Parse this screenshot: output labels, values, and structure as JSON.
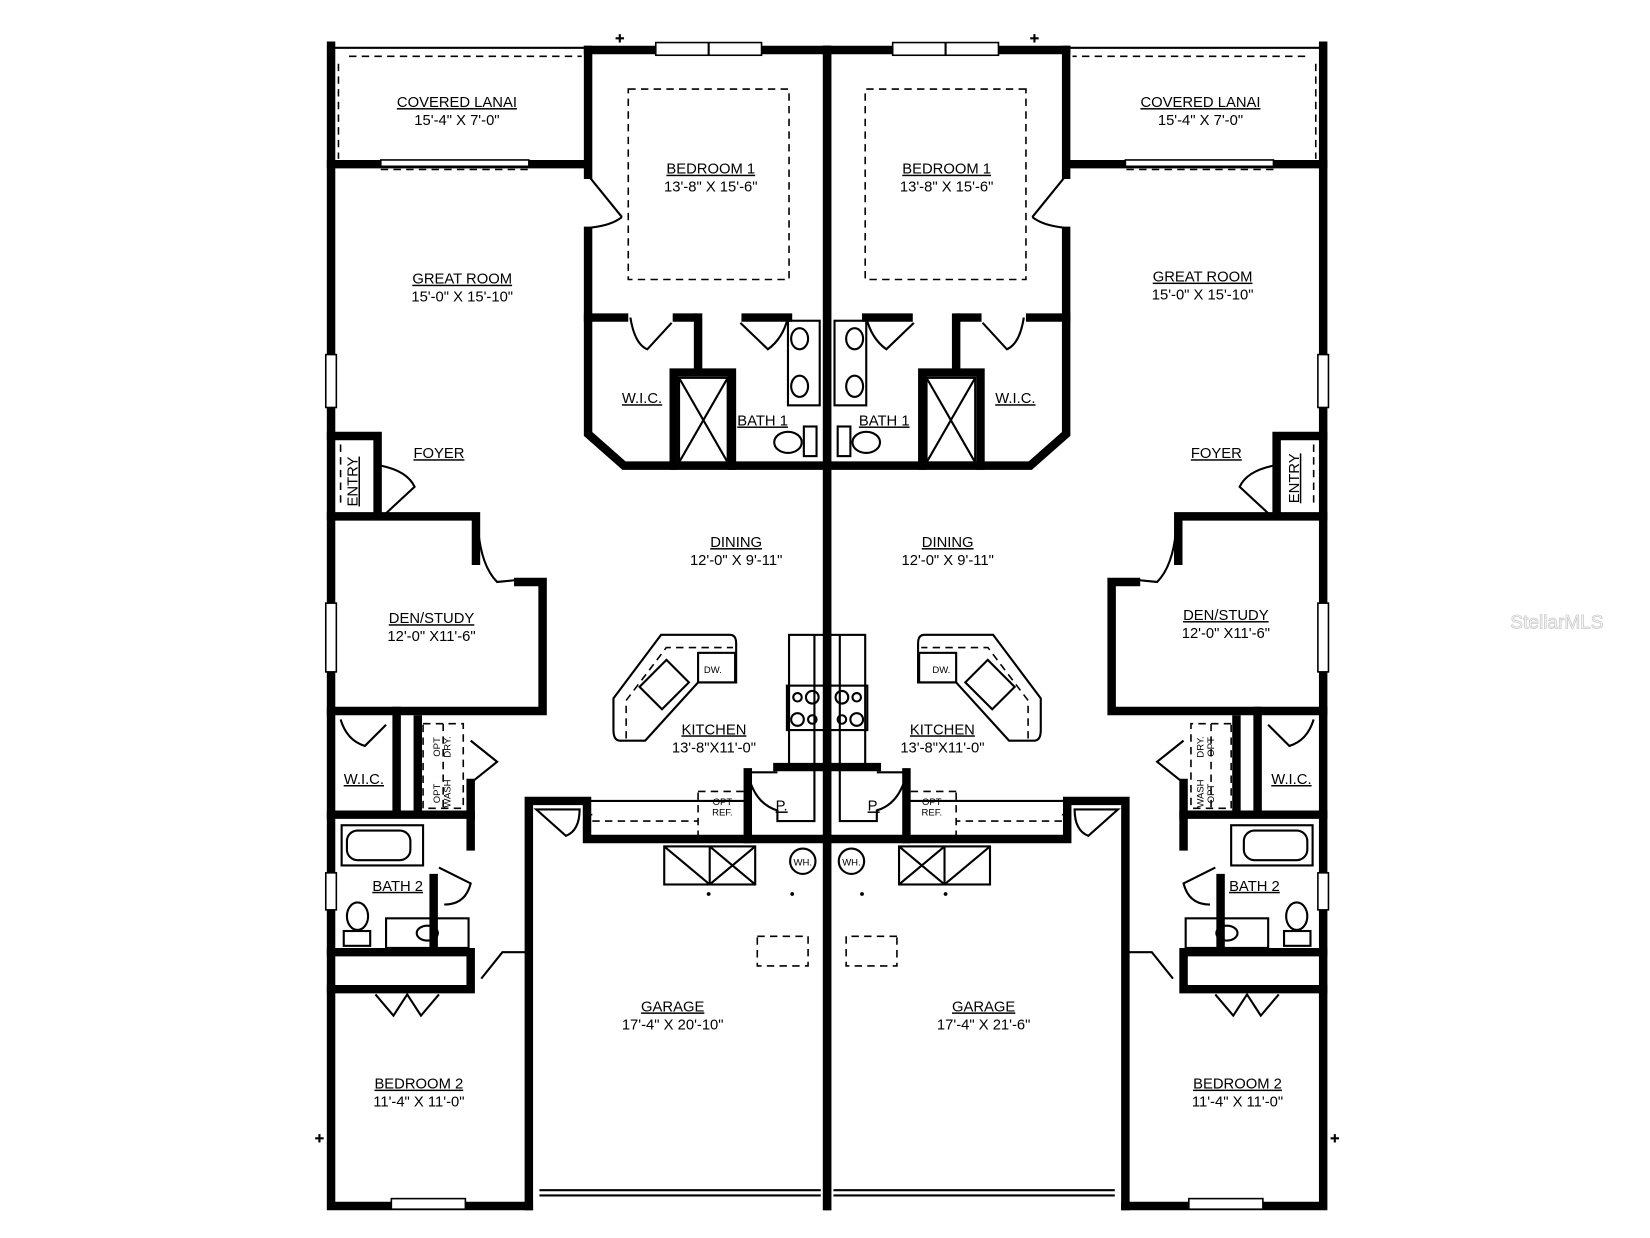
{
  "watermark": "StellarMLS",
  "units": [
    {
      "side": "left",
      "rooms": [
        {
          "name": "COVERED LANAI",
          "dims": "15'-4\" X 7'-0\""
        },
        {
          "name": "BEDROOM 1",
          "dims": "13'-8\" X 15'-6\""
        },
        {
          "name": "GREAT ROOM",
          "dims": "15'-0\" X 15'-10\""
        },
        {
          "name": "W.I.C.",
          "dims": ""
        },
        {
          "name": "BATH 1",
          "dims": ""
        },
        {
          "name": "FOYER",
          "dims": ""
        },
        {
          "name": "ENTRY",
          "dims": ""
        },
        {
          "name": "DINING",
          "dims": "12'-0\" X 9'-11\""
        },
        {
          "name": "DEN/STUDY",
          "dims": "12'-0\" X11'-6\""
        },
        {
          "name": "KITCHEN",
          "dims": "13'-8\"X11'-0\""
        },
        {
          "name": "W.I.C.",
          "dims": ""
        },
        {
          "name": "BATH  2",
          "dims": ""
        },
        {
          "name": "BEDROOM  2",
          "dims": "11'-4\" X 11'-0\""
        },
        {
          "name": "GARAGE",
          "dims": "17'-4\" X 20'-10\""
        },
        {
          "name": "P.",
          "dims": ""
        }
      ],
      "fixtures": {
        "dw": "DW.",
        "opt_ref": [
          "OPT",
          "REF."
        ],
        "wh": "WH.",
        "opt_dry": [
          "OPT",
          "DRY."
        ],
        "opt_wash": [
          "OPT",
          "WASH"
        ]
      }
    },
    {
      "side": "right",
      "rooms": [
        {
          "name": "COVERED LANAI",
          "dims": "15'-4\" X 7'-0\""
        },
        {
          "name": "BEDROOM 1",
          "dims": "13'-8\" X 15'-6\""
        },
        {
          "name": "GREAT ROOM",
          "dims": "15'-0\" X 15'-10\""
        },
        {
          "name": "W.I.C.",
          "dims": ""
        },
        {
          "name": "BATH 1",
          "dims": ""
        },
        {
          "name": "FOYER",
          "dims": ""
        },
        {
          "name": "ENTRY",
          "dims": ""
        },
        {
          "name": "DINING",
          "dims": "12'-0\" X 9'-11\""
        },
        {
          "name": "DEN/STUDY",
          "dims": "12'-0\" X11'-6\""
        },
        {
          "name": "KITCHEN",
          "dims": "13'-8\"X11'-0\""
        },
        {
          "name": "W.I.C.",
          "dims": ""
        },
        {
          "name": "BATH  2",
          "dims": ""
        },
        {
          "name": "BEDROOM  2",
          "dims": "11'-4\" X 11'-0\""
        },
        {
          "name": "GARAGE",
          "dims": "17'-4\" X 21'-6\""
        },
        {
          "name": "P.",
          "dims": ""
        }
      ],
      "fixtures": {
        "dw": "DW.",
        "opt_ref": [
          "OPT",
          "REF."
        ],
        "wh": "WH.",
        "opt_dry": [
          "OPT",
          "DRY."
        ],
        "opt_wash": [
          "OPT",
          "WASH"
        ]
      }
    }
  ]
}
